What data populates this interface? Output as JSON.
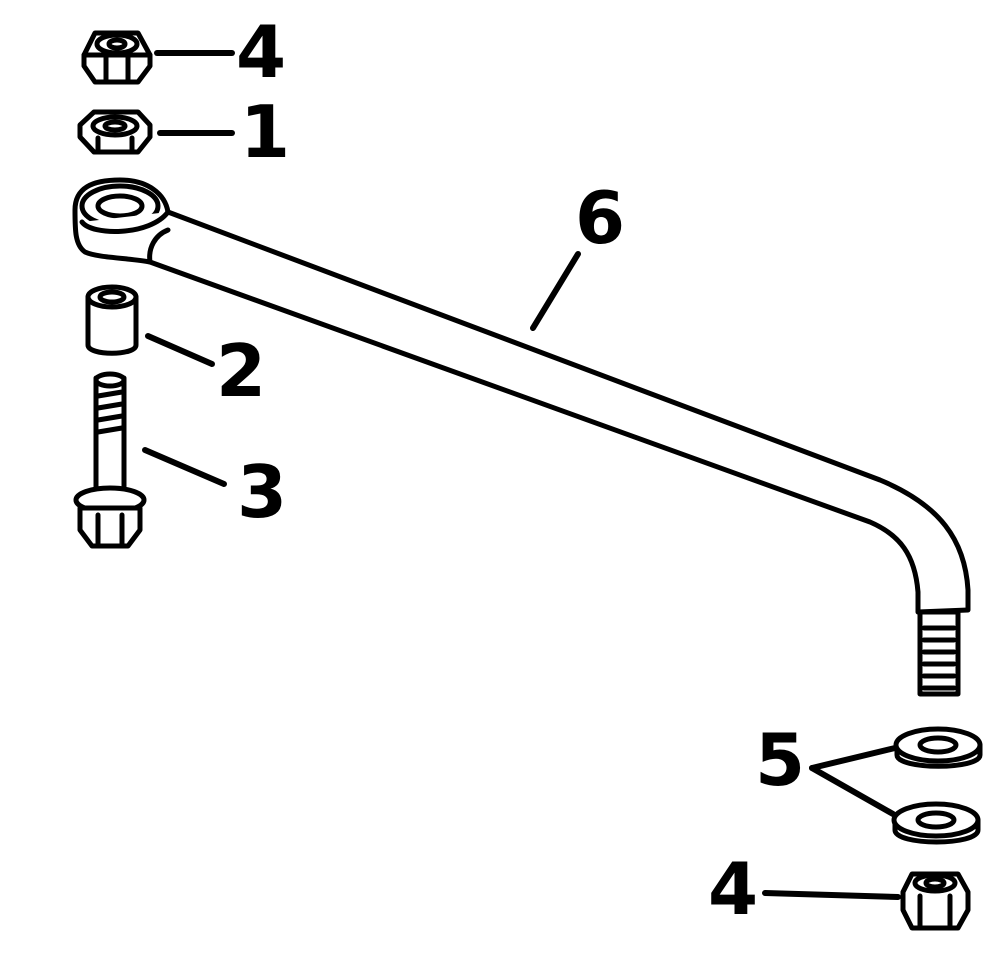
{
  "diagram": {
    "callouts": [
      {
        "id": "nut-top",
        "label": "4"
      },
      {
        "id": "nut-thin",
        "label": "1"
      },
      {
        "id": "bushing",
        "label": "2"
      },
      {
        "id": "bolt",
        "label": "3"
      },
      {
        "id": "link-rod",
        "label": "6"
      },
      {
        "id": "washers",
        "label": "5"
      },
      {
        "id": "nut-bottom",
        "label": "4"
      }
    ]
  }
}
